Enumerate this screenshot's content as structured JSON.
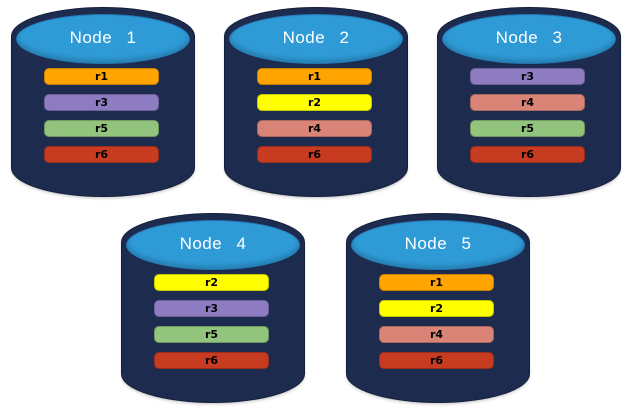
{
  "diagram": {
    "description": "Database nodes with replica distribution",
    "background_color": "#FFFFFF",
    "cylinder_body_color": "#1D2B4E",
    "cylinder_top_color": "#2E9AD6",
    "title_text_color": "#FFFFFF",
    "replica_palette": {
      "r1": "#FFA400",
      "r2": "#FFFF00",
      "r3": "#8E7CC3",
      "r4": "#DA8478",
      "r5": "#93C47D",
      "r6": "#C73B21"
    },
    "nodes": [
      {
        "label": "Node 1",
        "replicas": [
          {
            "label": "r1",
            "color": "#FFA400"
          },
          {
            "label": "r3",
            "color": "#8E7CC3"
          },
          {
            "label": "r5",
            "color": "#93C47D"
          },
          {
            "label": "r6",
            "color": "#C73B21"
          }
        ]
      },
      {
        "label": "Node 2",
        "replicas": [
          {
            "label": "r1",
            "color": "#FFA400"
          },
          {
            "label": "r2",
            "color": "#FFFF00"
          },
          {
            "label": "r4",
            "color": "#DA8478"
          },
          {
            "label": "r6",
            "color": "#C73B21"
          }
        ]
      },
      {
        "label": "Node 3",
        "replicas": [
          {
            "label": "r3",
            "color": "#8E7CC3"
          },
          {
            "label": "r4",
            "color": "#DA8478"
          },
          {
            "label": "r5",
            "color": "#93C47D"
          },
          {
            "label": "r6",
            "color": "#C73B21"
          }
        ]
      },
      {
        "label": "Node 4",
        "replicas": [
          {
            "label": "r2",
            "color": "#FFFF00"
          },
          {
            "label": "r3",
            "color": "#8E7CC3"
          },
          {
            "label": "r5",
            "color": "#93C47D"
          },
          {
            "label": "r6",
            "color": "#C73B21"
          }
        ]
      },
      {
        "label": "Node 5",
        "replicas": [
          {
            "label": "r1",
            "color": "#FFA400"
          },
          {
            "label": "r2",
            "color": "#FFFF00"
          },
          {
            "label": "r4",
            "color": "#DA8478"
          },
          {
            "label": "r6",
            "color": "#C73B21"
          }
        ]
      }
    ]
  }
}
